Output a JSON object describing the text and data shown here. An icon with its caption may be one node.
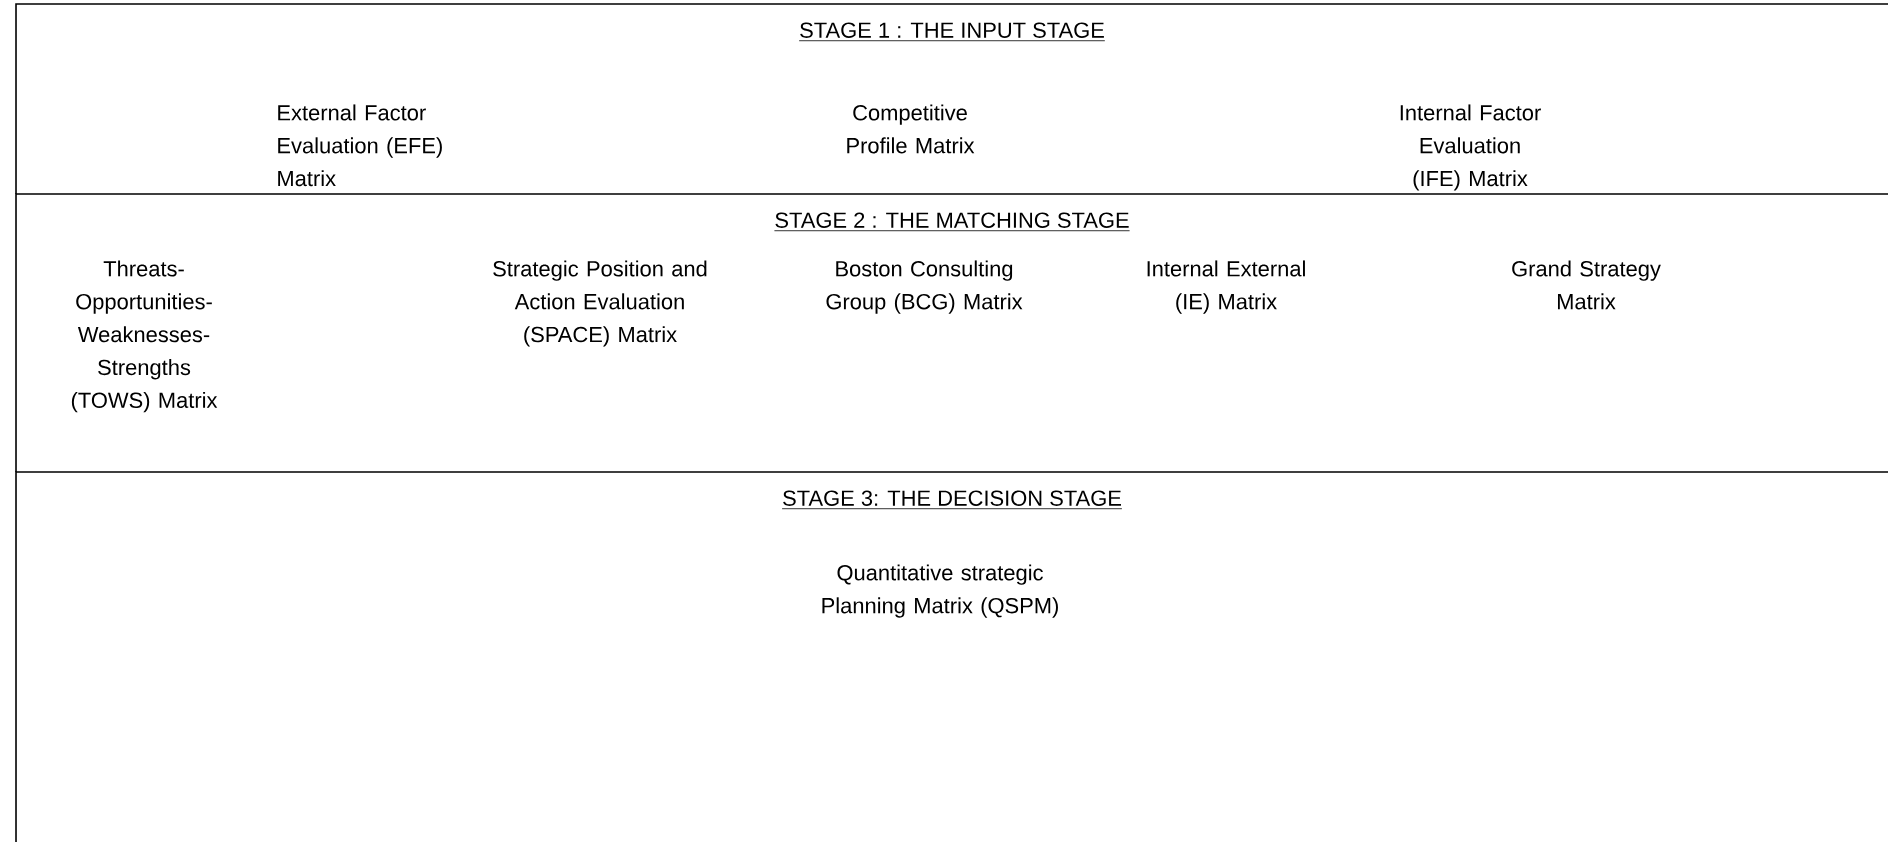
{
  "diagram": {
    "nodes": [
      {
        "text": [
          "STAGE 1 : THE INPUT STAGE"
        ]
      },
      {
        "text": [
          "STAGE 2 : THE MATCHING STAGE"
        ]
      },
      {
        "text": [
          "STAGE  3: THE DECISION STAGE"
        ]
      }
    ],
    "labels": [
      "External Factor Evaluation (EFE) Matrix",
      "Competitive Profile Matrix",
      "Internal Factor Evaluation (IFE) Matrix",
      "Threats- Opportunities- Weaknesses- Strengths (TOWS) Matrix",
      "Strategic Position and Action Evaluation (SPACE) Matrix",
      "Boston Consulting Group (BCG) Matrix",
      "Internal External (IE) Matrix",
      "Grand Strategy Matrix",
      "Quantitative strategic Planning Matrix (QSPM)"
    ]
  }
}
